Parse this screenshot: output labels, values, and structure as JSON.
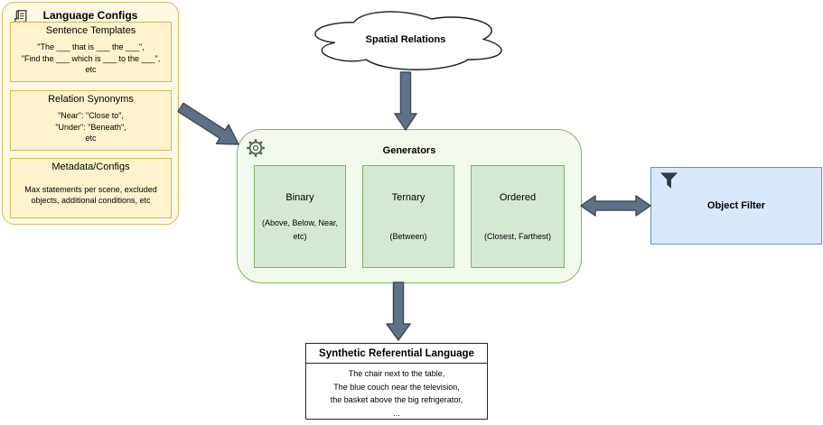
{
  "language_configs": {
    "title": "Language Configs",
    "sections": [
      {
        "title": "Sentence Templates",
        "lines": [
          "\"The ___ that is ___ the ___\",",
          "\"Find the ___ which is ___ to the ___\",",
          "etc"
        ]
      },
      {
        "title": "Relation Synonyms",
        "lines": [
          "\"Near\": \"Close to\",",
          "\"Under\": \"Beneath\",",
          "etc"
        ]
      },
      {
        "title": "Metadata/Configs",
        "lines": [
          "Max statements per scene, excluded objects, additional conditions, etc"
        ]
      }
    ]
  },
  "spatial_relations": {
    "title": "Spatial Relations"
  },
  "generators": {
    "title": "Generators",
    "items": [
      {
        "name": "Binary",
        "detail": "(Above, Below, Near, etc)"
      },
      {
        "name": "Ternary",
        "detail": "(Between)"
      },
      {
        "name": "Ordered",
        "detail": "(Closest, Farthest)"
      }
    ]
  },
  "object_filter": {
    "title": "Object Filter"
  },
  "output_box": {
    "title": "Synthetic Referential Language",
    "lines": [
      "The chair next to the table,",
      "The blue couch near the television,",
      "the basket above the big refrigerator,",
      "..."
    ]
  },
  "colors": {
    "yellow_fill": "#FFF9E3",
    "yellow_inner_fill": "#FFF2CC",
    "yellow_border": "#D6B656",
    "green_fill": "#F1FAEC",
    "green_inner_fill": "#D5E8D4",
    "green_border": "#82B366",
    "blue_fill": "#DAE8FC",
    "blue_border": "#6C8EBF",
    "arrow_fill": "#5E7287",
    "arrow_stroke": "#404D59"
  }
}
